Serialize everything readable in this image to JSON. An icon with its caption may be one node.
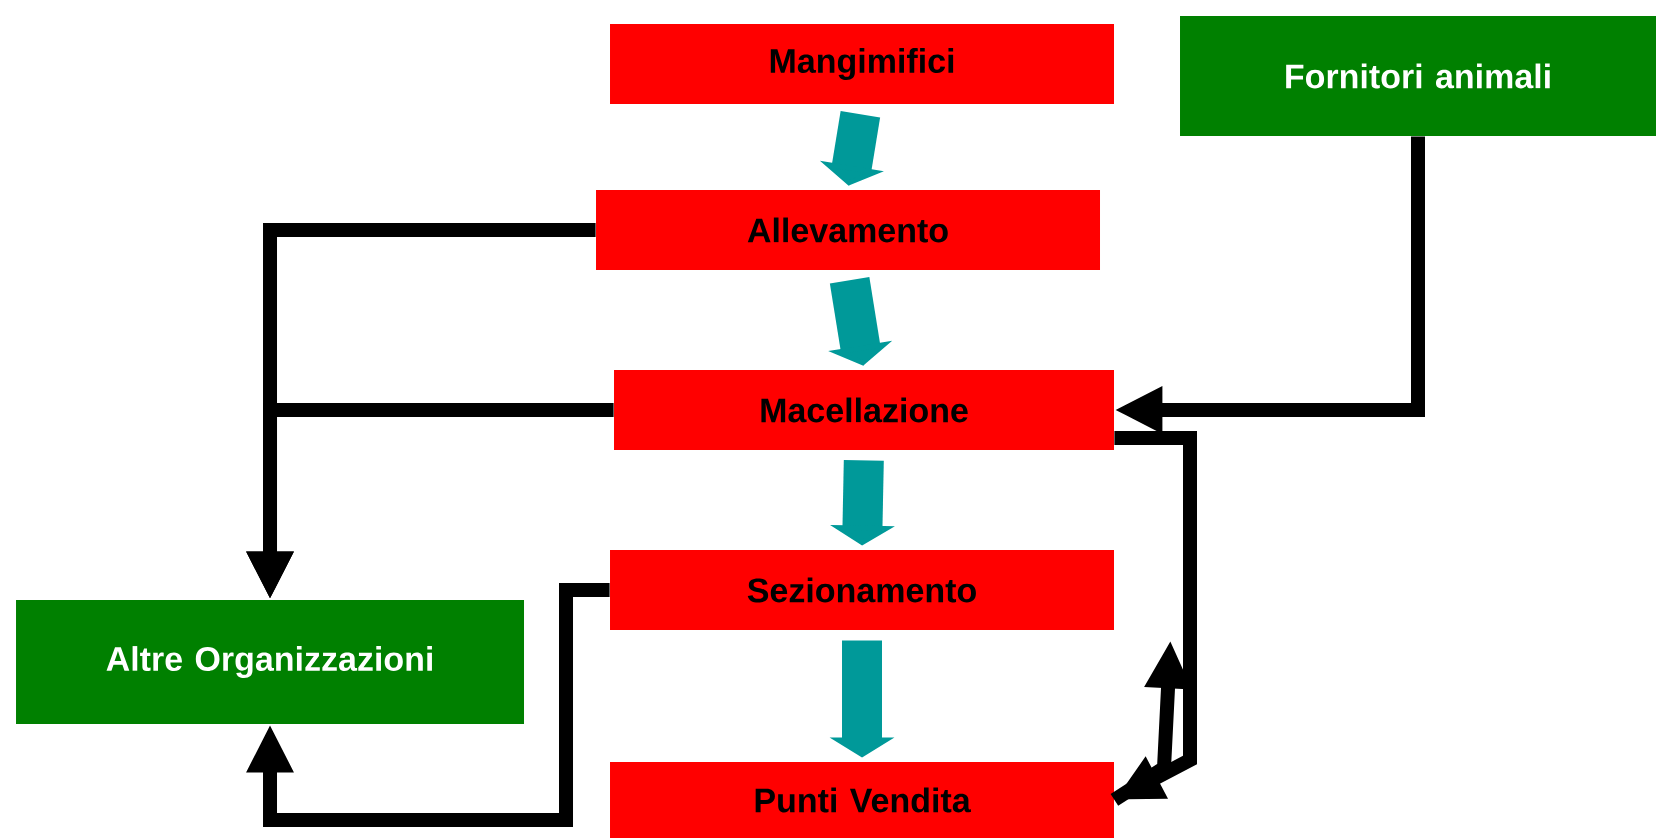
{
  "diagram": {
    "nodes": [
      {
        "text": [
          "Mangimifici"
        ]
      },
      {
        "text": [
          "Fornitori animali"
        ]
      },
      {
        "text": [
          "Allevamento"
        ]
      },
      {
        "text": [
          "Macellazione"
        ]
      },
      {
        "text": [
          "Sezionamento"
        ]
      },
      {
        "text": [
          "Altre Organizzazioni"
        ]
      },
      {
        "text": [
          "Punti Vendita"
        ]
      }
    ],
    "edges": [
      {
        "from": 0,
        "to": 2,
        "arrow": "to",
        "style": "thick",
        "color": "#009999"
      },
      {
        "from": 2,
        "to": 3,
        "arrow": "to",
        "style": "thick",
        "color": "#009999"
      },
      {
        "from": 3,
        "to": 4,
        "arrow": "to",
        "style": "thick",
        "color": "#009999"
      },
      {
        "from": 4,
        "to": 6,
        "arrow": "to",
        "style": "thick",
        "color": "#009999"
      },
      {
        "from": 1,
        "to": 3,
        "arrow": "to"
      },
      {
        "from": 2,
        "to": 5,
        "arrow": "to"
      },
      {
        "from": 3,
        "to": 5,
        "arrow": "to"
      },
      {
        "from": 4,
        "to": 5,
        "arrow": "to"
      },
      {
        "from": 3,
        "to": 6,
        "arrow": "to"
      },
      {
        "from": 6,
        "to": 4,
        "arrow": "to"
      }
    ]
  }
}
